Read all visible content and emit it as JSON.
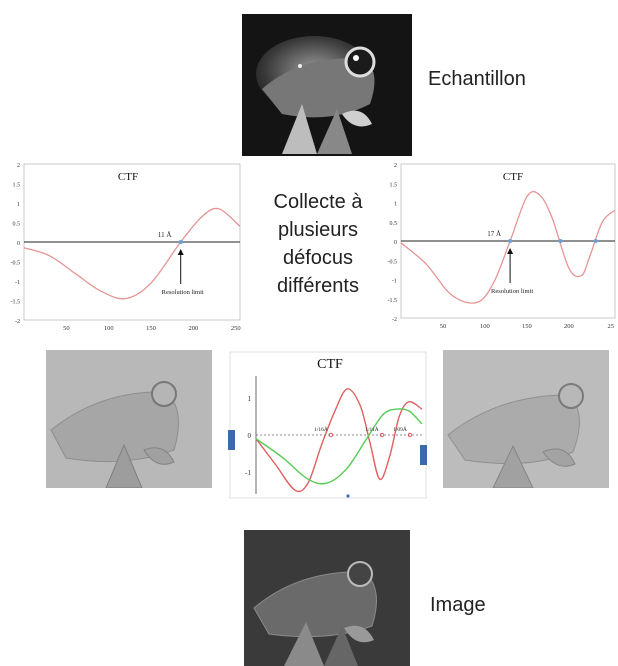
{
  "labels": {
    "echantillon": "Echantillon",
    "image": "Image",
    "center": [
      "Collecte à",
      "plusieurs",
      "défocus",
      "différents"
    ]
  },
  "chart_data": [
    {
      "type": "line",
      "title": "CTF",
      "xlim": [
        0,
        255
      ],
      "ylim": [
        -2,
        2
      ],
      "xticks": [
        50,
        100,
        150,
        200,
        250
      ],
      "yticks": [
        "2",
        "1.5",
        "1",
        "0.5",
        "0",
        "-0.5",
        "-1",
        "-1.5",
        "-2"
      ],
      "annotation": "11 Å",
      "arrow_label": "Resolution limit",
      "series": [
        {
          "x": [
            0,
            30,
            60,
            90,
            120,
            150,
            185,
            210,
            230,
            255
          ],
          "y": [
            -0.15,
            -0.35,
            -0.8,
            -1.25,
            -1.45,
            -1.05,
            0.0,
            0.65,
            0.85,
            0.4
          ]
        }
      ],
      "markers": [
        {
          "x": 185,
          "y": 0
        }
      ]
    },
    {
      "type": "line",
      "title": "CTF",
      "xlim": [
        0,
        255
      ],
      "ylim": [
        -2,
        2
      ],
      "xticks": [
        50,
        100,
        150,
        200,
        25
      ],
      "yticks": [
        "2",
        "1.5",
        "1",
        "0.5",
        "0",
        "-0.5",
        "-1",
        "-1.5",
        "-2"
      ],
      "annotation": "17 Å",
      "arrow_label": "Resolution limit",
      "series": [
        {
          "x": [
            0,
            30,
            60,
            90,
            110,
            130,
            150,
            165,
            180,
            200,
            215,
            225,
            240,
            255
          ],
          "y": [
            -0.05,
            -0.6,
            -1.4,
            -1.6,
            -1.1,
            0.0,
            1.15,
            1.2,
            0.6,
            -0.7,
            -0.9,
            -0.4,
            0.5,
            0.8
          ]
        }
      ],
      "markers": [
        {
          "x": 130,
          "y": 0
        },
        {
          "x": 190,
          "y": 0
        },
        {
          "x": 232,
          "y": 0
        }
      ]
    },
    {
      "type": "line",
      "title": "CTF",
      "xlim": [
        0,
        255
      ],
      "ylim": [
        -1.6,
        1.6
      ],
      "yticks": [
        "1",
        "0",
        "-1"
      ],
      "annotations": [
        "1/16Å",
        "1/11Å",
        "1/09Å"
      ],
      "series": [
        {
          "color": "#e06060",
          "x": [
            0,
            30,
            60,
            80,
            100,
            120,
            140,
            160,
            175,
            190,
            205,
            220,
            235,
            255
          ],
          "y": [
            -0.1,
            -0.8,
            -1.5,
            -1.3,
            -0.3,
            0.6,
            1.25,
            0.8,
            -0.2,
            -1.2,
            -0.6,
            0.5,
            0.9,
            0.7
          ]
        },
        {
          "color": "#55cc55",
          "x": [
            0,
            40,
            80,
            110,
            140,
            170,
            195,
            215,
            235,
            255
          ],
          "y": [
            -0.1,
            -0.6,
            -1.2,
            -1.3,
            -0.9,
            -0.1,
            0.55,
            0.7,
            0.65,
            0.3
          ]
        }
      ]
    }
  ]
}
